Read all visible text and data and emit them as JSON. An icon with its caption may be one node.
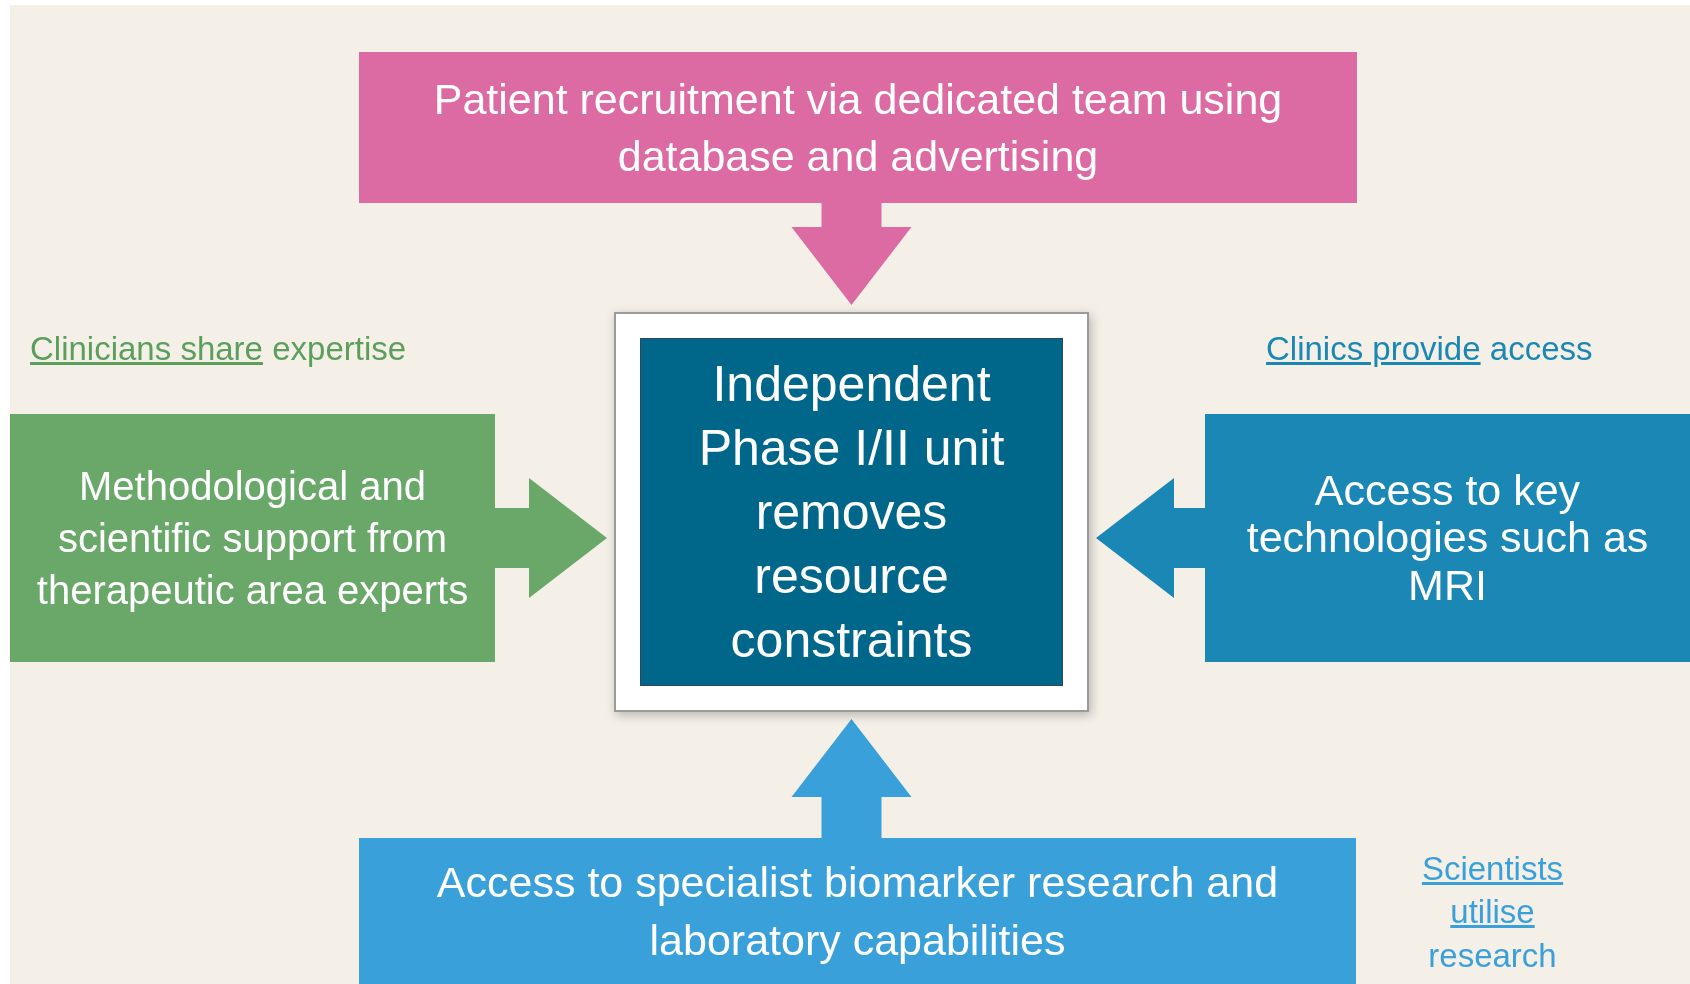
{
  "diagram": {
    "nodes": [
      {
        "text": [
          "Patient recruitment via dedicated team using database and advertising"
        ]
      },
      {
        "text": [
          "Methodological and scientific support from therapeutic area experts"
        ]
      },
      {
        "text": [
          "Independent Phase I/II unit removes resource constraints"
        ]
      },
      {
        "text": [
          "Access to key technologies such as MRI"
        ]
      },
      {
        "text": [
          "Access to specialist biomarker research and laboratory capabilities"
        ]
      }
    ],
    "edges": [
      {
        "from": 0,
        "to": 2,
        "arrow": "to",
        "color": "#dc6aa3"
      },
      {
        "from": 1,
        "to": 2,
        "arrow": "to",
        "color": "#6aa86a"
      },
      {
        "from": 3,
        "to": 2,
        "arrow": "to",
        "color": "#1b87b5"
      },
      {
        "from": 4,
        "to": 2,
        "arrow": "to",
        "color": "#3aa0da"
      }
    ],
    "labels": [
      "Clinicians share",
      "expertise",
      "Clinics provide",
      "access",
      "Scientists",
      "utilise",
      "research"
    ]
  }
}
